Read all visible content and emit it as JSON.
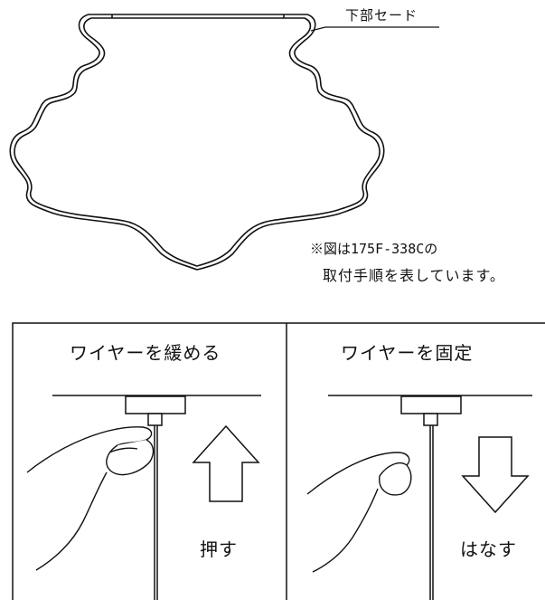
{
  "top": {
    "shade_label": "下部セード",
    "note_line1": "※図は175F-338Cの",
    "note_line2": "取付手順を表しています。"
  },
  "panels": [
    {
      "title": "ワイヤーを緩める",
      "action": "押す",
      "arrow": "up"
    },
    {
      "title": "ワイヤーを固定",
      "action": "はなす",
      "arrow": "down"
    }
  ]
}
